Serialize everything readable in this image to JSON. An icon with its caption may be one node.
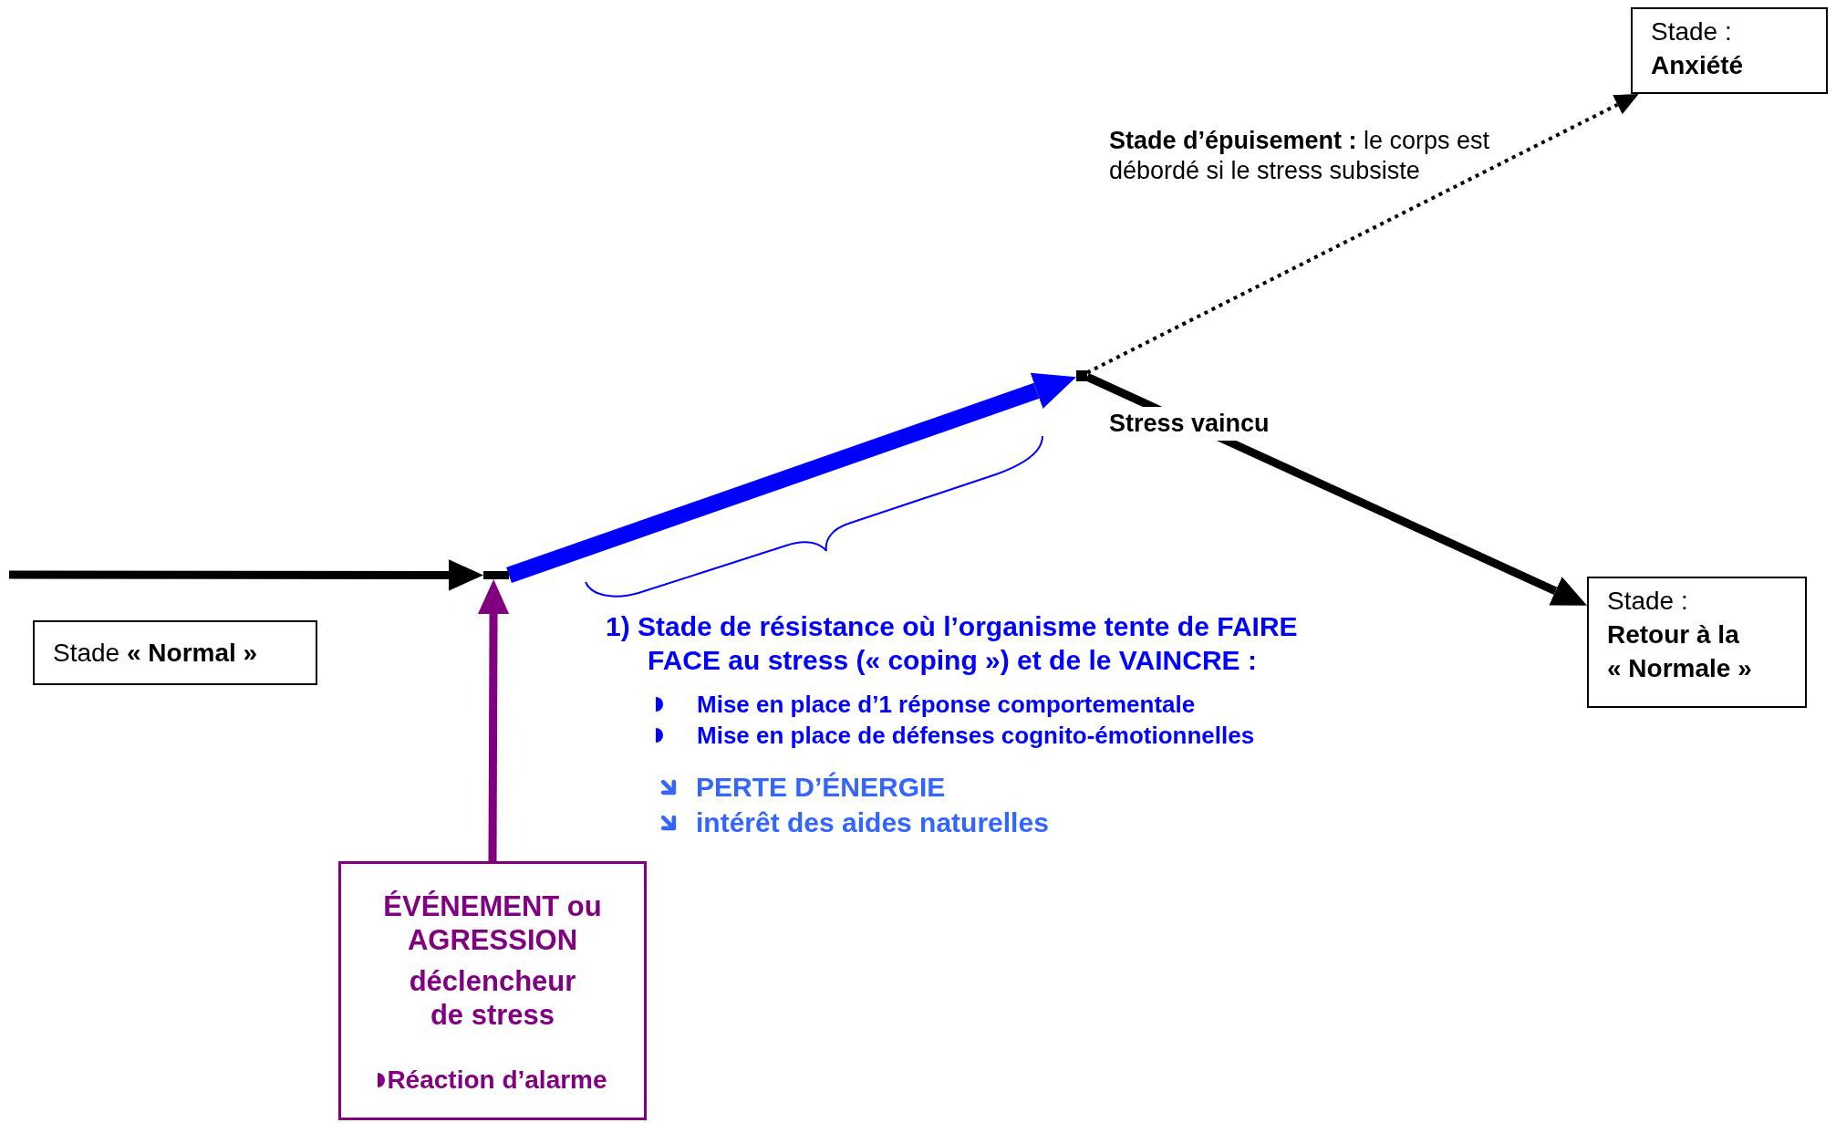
{
  "diagram": {
    "nodes": [
      {
        "text": [
          "Stade **« Normal »**"
        ]
      },
      {
        "text": [
          "Stade :",
          "Anxiété"
        ]
      },
      {
        "text": [
          "Stade :",
          "Retour à la « Normale »"
        ]
      },
      {
        "text": [
          "ÉVÉNEMENT ou AGRESSION",
          "déclencheur de stress",
          "Réaction d’alarme"
        ]
      },
      {
        "text": [],
        "shape": "point"
      },
      {
        "text": [],
        "shape": "point"
      }
    ],
    "edges": [
      {
        "from": null,
        "to": 4,
        "arrow": "to"
      },
      {
        "from": 4,
        "to": 5,
        "arrow": "to",
        "style": "thick",
        "color": "#0000ff"
      },
      {
        "from": 5,
        "to": 1,
        "arrow": "to",
        "style": "dashed",
        "label": "**Stade d’épuisement :** le corps est débordé si le stress subsiste"
      },
      {
        "from": 5,
        "to": 2,
        "arrow": "to",
        "label": "Stress vaincu"
      },
      {
        "from": 3,
        "to": 4,
        "arrow": "to",
        "color": "#800080"
      }
    ],
    "labels": [
      "1) Stade de résistance où l’organisme tente de FAIRE FACE au stress (« coping ») et de le VAINCRE :",
      "Mise en place d’1 réponse comportementale",
      "Mise en place de défenses cognito-émotionnelles",
      "PERTE D’ÉNERGIE",
      "intérêt des aides naturelles"
    ]
  }
}
